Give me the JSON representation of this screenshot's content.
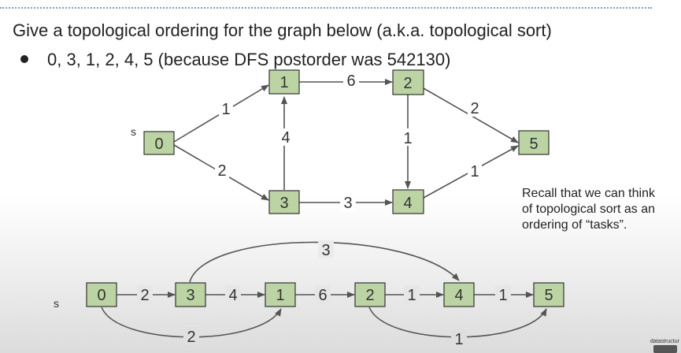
{
  "title": "Give a topological ordering for the graph below (a.k.a. topological sort)",
  "bullet": "0, 3, 1, 2, 4, 5 (because DFS postorder was 542130)",
  "recall_text": "Recall that we can think of topological sort as an ordering of “tasks”.",
  "top_graph": {
    "source_label": "s",
    "nodes": [
      "0",
      "1",
      "2",
      "3",
      "4",
      "5"
    ],
    "edges": [
      {
        "from": "0",
        "to": "1",
        "weight": "1"
      },
      {
        "from": "0",
        "to": "3",
        "weight": "2"
      },
      {
        "from": "3",
        "to": "1",
        "weight": "4"
      },
      {
        "from": "1",
        "to": "2",
        "weight": "6"
      },
      {
        "from": "3",
        "to": "4",
        "weight": "3"
      },
      {
        "from": "2",
        "to": "4",
        "weight": "1"
      },
      {
        "from": "2",
        "to": "5",
        "weight": "2"
      },
      {
        "from": "4",
        "to": "5",
        "weight": "1"
      }
    ]
  },
  "bottom_graph": {
    "source_label": "s",
    "order": [
      "0",
      "3",
      "1",
      "2",
      "4",
      "5"
    ],
    "chain_weights": [
      "2",
      "4",
      "6",
      "1",
      "1"
    ],
    "arc_weights": {
      "3_4": "3",
      "0_1": "2",
      "2_5": "1"
    }
  },
  "badge": "datastructur"
}
